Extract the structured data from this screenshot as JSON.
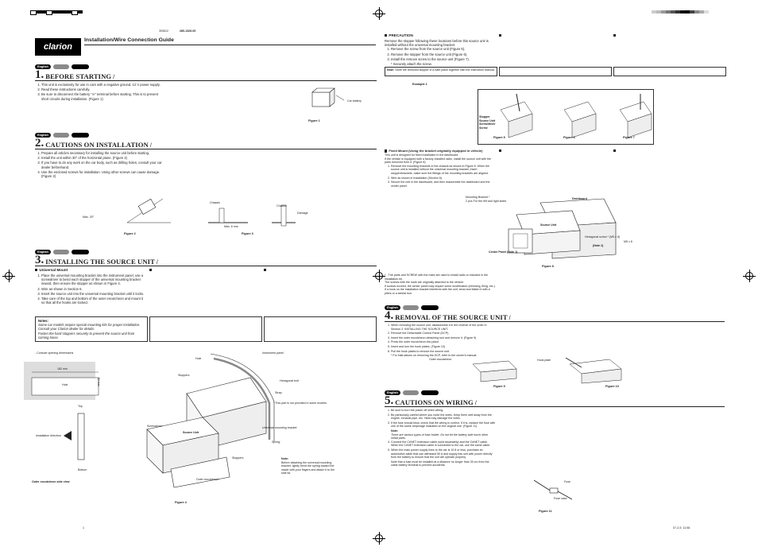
{
  "header": {
    "code_left": "300612",
    "code_right": "280-1326-00",
    "brand": "clarion",
    "guide_title": "Installation/Wire Connection Guide"
  },
  "lang": {
    "english": "English"
  },
  "sections": {
    "s1": {
      "num": "1.",
      "title": "BEFORE STARTING",
      "slash": "/"
    },
    "s2": {
      "num": "2.",
      "title": "CAUTIONS ON INSTALLATION",
      "slash": "/"
    },
    "s3": {
      "num": "3.",
      "title": "INSTALLING THE SOURCE UNIT",
      "slash": "/"
    },
    "s4": {
      "num": "4.",
      "title": "REMOVAL OF THE SOURCE UNIT",
      "slash": "/"
    },
    "s5": {
      "num": "5.",
      "title": "CAUTIONS ON WIRING",
      "slash": "/"
    }
  },
  "before_starting": [
    "This unit is exclusively for use in cars with a negative ground, 12 V power supply.",
    "Read these instructions carefully.",
    "Be sure to disconnect the battery \"⊖\" terminal before starting. This is to prevent short circuits during installation. (Figure 1)"
  ],
  "fig1": {
    "label": "Figure 1",
    "battery": "Car battery"
  },
  "cautions_install": [
    "Prepare all articles necessary for installing the source unit before starting.",
    "Install the unit within 30° of the horizontal plane. (Figure 2)",
    "If you have to do any work on the car body, such as drilling holes, consult your car dealer beforehand.",
    "Use the enclosed screws for installation. Using other screws can cause damage. (Figure 3)"
  ],
  "fig2": {
    "label": "Figure 2",
    "max": "Max. 30°"
  },
  "fig3": {
    "label": "Figure 3",
    "chassis": "Chassis",
    "damage": "Damage",
    "max": "Max. 6 mm"
  },
  "universal": {
    "heading": "Universal Mount",
    "steps": [
      "Place the universal mounting bracket into the instrument panel, use a screwdriver to bend each stopper of the universal mounting bracket inward, then ensure the stopper as shown in Figure 4.",
      "Wire as shown in Section 6.",
      "Insert the source unit into the universal mounting bracket until it locks.",
      "Take care of the top and bottom of the outer escutcheon and mount it so that all the hooks are locked."
    ]
  },
  "notes": {
    "title": "Notes:",
    "items": [
      "Some car models require special mounting kits for proper installation. Consult your Clarion dealer for details.",
      "Fasten the hard stoppers securely to prevent the source unit from coming loose."
    ]
  },
  "fig4": {
    "label": "Figure 4",
    "console": "- Console opening dimensions",
    "dim_w": "182 mm",
    "dim_h": "53 mm",
    "hole": "Hole",
    "top": "Top",
    "bottom": "Bottom",
    "install_dir": "Installation direction",
    "outer_side": "Outer escutcheon side view",
    "instrument": "Instrument panel",
    "hex": "Hexagonal bolt",
    "strap": "Strap",
    "not_provided": "* This part is not provided in some models.",
    "stoppers": "Stoppers",
    "screwdriver": "Screwdriver",
    "bracket": "Universal mounting bracket",
    "source": "Source Unit",
    "spring": "Spring",
    "outer": "Outer escutcheon",
    "note_t": "Note:",
    "note_b": "Before attaching the universal mounting bracket, lightly bend the spring toward the inside with your fingers and attach it to the side lid."
  },
  "precaution": {
    "heading": "PRECAUTION",
    "intro": "Remove the stopper following these locations before this source unit is installed without the universal mounting bracket.",
    "steps": [
      "Remove the screw from the source unit (Figure 5).",
      "Remove the stopper from the source unit (Figure 6).",
      "Install the remove screw to the source unit (Figure 7)."
    ],
    "sub": "* Securely attach the screw.",
    "note_t": "Note:",
    "note_b": "Store the removed stopper in a safe place together with the Instruction Manual."
  },
  "example": {
    "label": "Example 1",
    "parts": [
      "Stopper",
      "Source Unit",
      "Screwdriver",
      "Screw"
    ]
  },
  "figs567": {
    "f5": "Figure 5",
    "f6": "Figure 6",
    "f7": "Figure 7"
  },
  "fixed_mount": {
    "heading": "Fixed Mount (Using the bracket originally equipped in vehicle)",
    "intro1": "This unit is designed for fixed installation in the dashboard.",
    "intro2": "If the vehicle is equipped with a factory installed radio, install the source unit with the parts removed from it. (Figure 8)",
    "steps": [
      "Remove the mounting brackets in the chassis as shown in Figure 8. When the source unit is installed without the universal mounting bracket, insert stopper/brackets, make sure the fittings of the mounting brackets are aligned.",
      "Wire as shown in Installation (Section 6).",
      "Secure the unit in the dashboard, and then reassemble the dashboard and the center panel."
    ],
    "footer": "* - The parts and SCREW with the mark are used to install radio or included in the installation kit.",
    "n1": "The screws with the mark are originally attached to the vehicle.",
    "n2": "If screws exceed, the center panel may require some modification (trimming, filing, etc.).",
    "n3": "If a hook on the installation bracket interferes with the unit, bend and flatten it with a pliers or a similar tool."
  },
  "fig8": {
    "label": "Figure 8",
    "bracket": "Mounting Bracket *",
    "bracket2": "2 pcs For the left and right sides",
    "dashboard": "Dashboard",
    "source": "Source Unit",
    "center": "Center Panel (Note 1)",
    "hex": "Hexagonal screw * (M5 x 8)",
    "note2": "(Note 2)",
    "screw": "M5 x 8"
  },
  "removal": [
    "When removing the source unit, disassemble it in the reverse of the order in Section 3. INSTALLING THE SOURCE UNIT.",
    "Remove the Detachable Control Panel (DCP).",
    "Insert the outer escutcheon detaching tool and remove it. (Figure 9)",
    "Press the outer escutcheon into place.",
    "Insert and turn the hook plates. (Figure 10)",
    "Pull the hook plates to remove the source unit."
  ],
  "removal_sub": "* For instructions on removing the DCP, refer to the owner's manual.",
  "fig9": {
    "label": "Figure 9",
    "outer": "Outer escutcheon"
  },
  "fig10": {
    "label": "Figure 10",
    "hook": "Hook plate"
  },
  "wiring": [
    "Be sure to turn the power off when wiring.",
    "Be particularly careful where you route the wires. Keep them well away from the engine, exhaust pipe, etc. Heat may damage the wires.",
    "If the fuse should blow, check that the wiring is correct. If it is, replace the fuse with one of the same amperage indicated on the original one. (Figure 11)",
    "Connect the CeNET extension cable (sold separately) and the CeNET cable. When the CeNET extension cable is connected to the car, use the same cable."
  ],
  "wiring_note_t": "Note:",
  "wiring_note": "There are various types of fuse holder. Do not let the battery side touch other metal parts.",
  "wiring_more": [
    "When the main power supply lines to the car is 10.8 or less, purchase an automotive cable that can withstand 50 A and supply this unit with power directly from the battery to ensure that the unit will operate properly.",
    "Note that a fuse must be installed at a distance no longer than 30 cm from the cable battery terminal to prevent accidents."
  ],
  "fig11": {
    "label": "Figure 11",
    "fuse": "Fuse",
    "holder": "Fuse case"
  },
  "footer": {
    "left": "1",
    "right": "07-2-9, 11:08"
  },
  "colors": {
    "black": "#111111",
    "gray": "#8a8a8a",
    "line": "#222222"
  }
}
